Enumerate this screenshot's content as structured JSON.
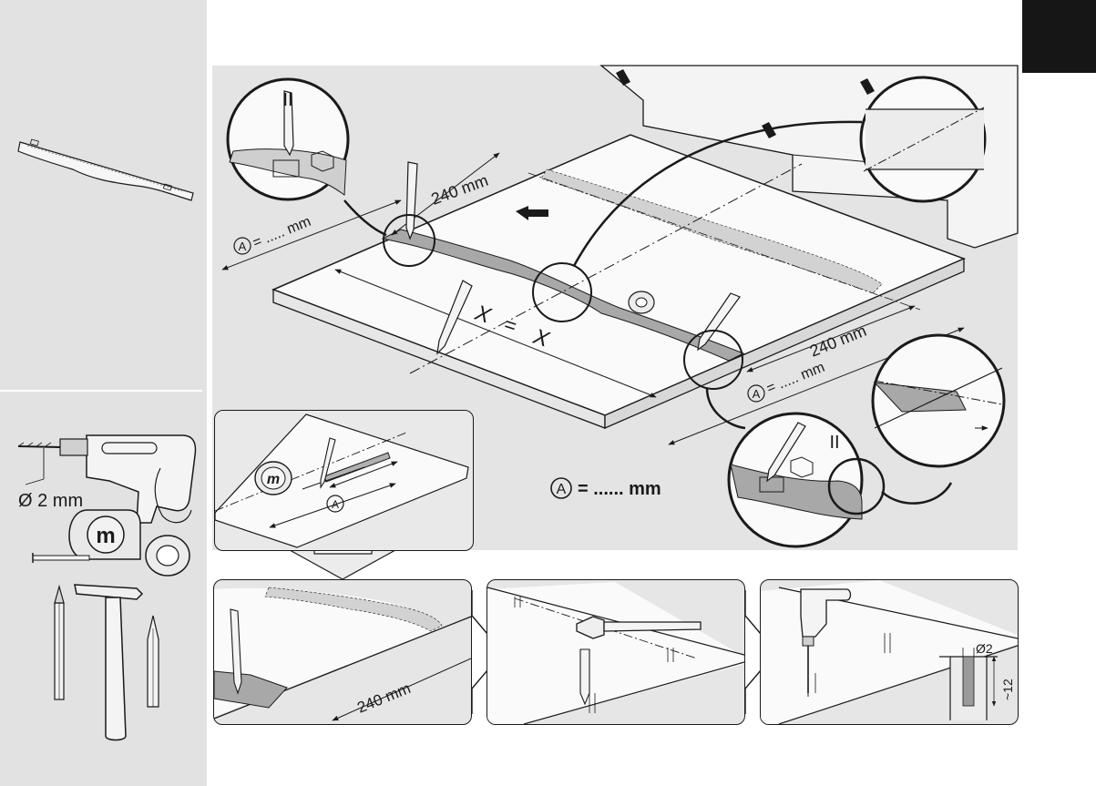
{
  "tools": {
    "drill_bit_label": "Ø 2 mm",
    "tape_measure_letter": "m"
  },
  "main": {
    "dim_240_top": "240 mm",
    "dim_240_right": "240 mm",
    "dim_a_left": "= ..... mm",
    "dim_a_right": "= ..... mm",
    "x_left": "X",
    "x_eq": "=",
    "x_right": "X",
    "detail_top_left_label": "II",
    "detail_bottom_right_label": "II",
    "formula_letter": "A",
    "formula_text": "= ...... mm",
    "a_circle_letter": "A"
  },
  "inset": {
    "tape_letter": "m",
    "a_letter": "A"
  },
  "steps": {
    "step1_dim": "240 mm",
    "step3_diameter": "Ø2",
    "step3_depth": "~12"
  }
}
